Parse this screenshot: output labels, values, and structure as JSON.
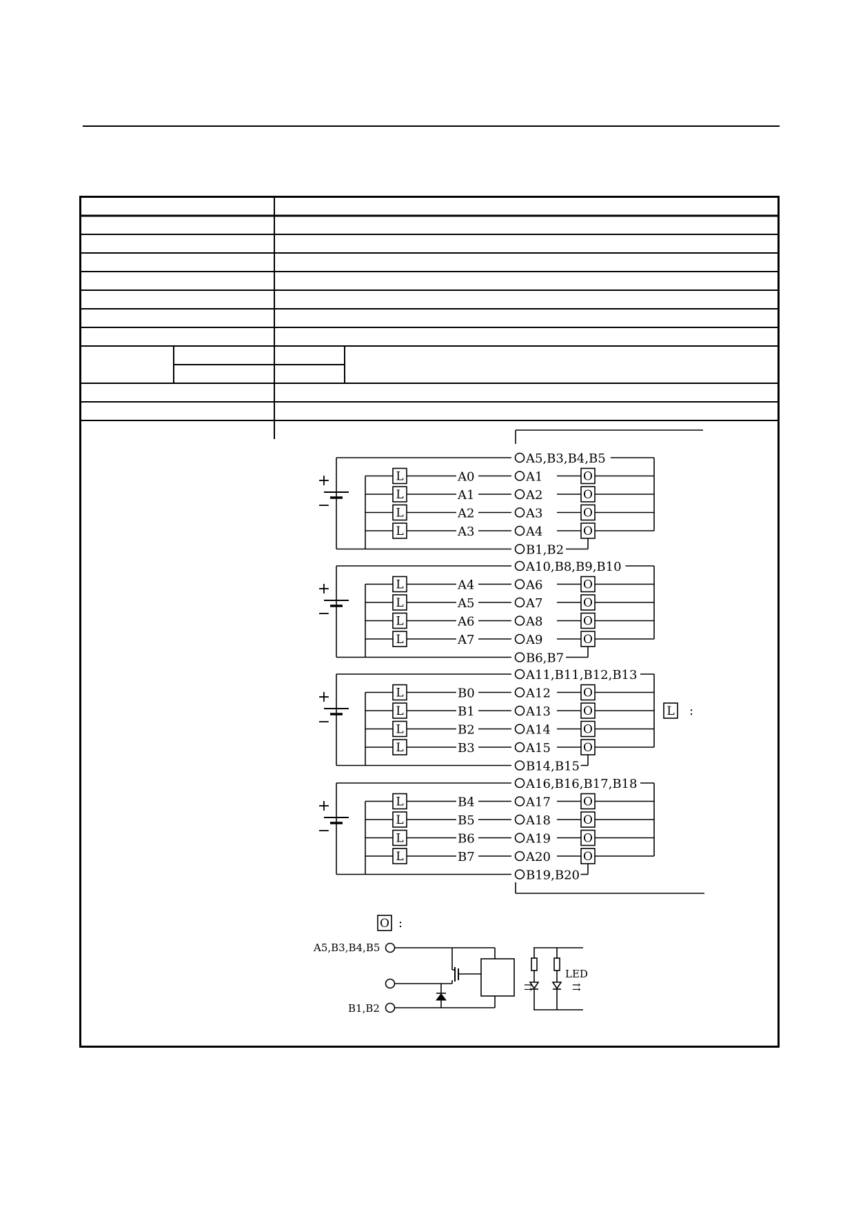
{
  "diagram": {
    "output_symbol": "O",
    "load_symbol": "L",
    "legend_colon": ":",
    "plus_sign": "+",
    "minus_sign": "−",
    "groups": [
      {
        "common": "A5,B3,B4,B5",
        "return": "B1,B2",
        "rows": [
          {
            "signal": "A0",
            "terminal": "A1"
          },
          {
            "signal": "A1",
            "terminal": "A2"
          },
          {
            "signal": "A2",
            "terminal": "A3"
          },
          {
            "signal": "A3",
            "terminal": "A4"
          }
        ]
      },
      {
        "common": "A10,B8,B9,B10",
        "return": "B6,B7",
        "rows": [
          {
            "signal": "A4",
            "terminal": "A6"
          },
          {
            "signal": "A5",
            "terminal": "A7"
          },
          {
            "signal": "A6",
            "terminal": "A8"
          },
          {
            "signal": "A7",
            "terminal": "A9"
          }
        ]
      },
      {
        "common": "A11,B11,B12,B13",
        "return": "B14,B15",
        "rows": [
          {
            "signal": "B0",
            "terminal": "A12"
          },
          {
            "signal": "B1",
            "terminal": "A13"
          },
          {
            "signal": "B2",
            "terminal": "A14"
          },
          {
            "signal": "B3",
            "terminal": "A15"
          }
        ]
      },
      {
        "common": "A16,B16,B17,B18",
        "return": "B19,B20",
        "rows": [
          {
            "signal": "B4",
            "terminal": "A17"
          },
          {
            "signal": "B5",
            "terminal": "A18"
          },
          {
            "signal": "B6",
            "terminal": "A19"
          },
          {
            "signal": "B7",
            "terminal": "A20"
          }
        ]
      }
    ],
    "detail": {
      "top_terminal": "A5,B3,B4,B5",
      "bottom_terminal": "B1,B2",
      "led_label": "LED"
    }
  }
}
